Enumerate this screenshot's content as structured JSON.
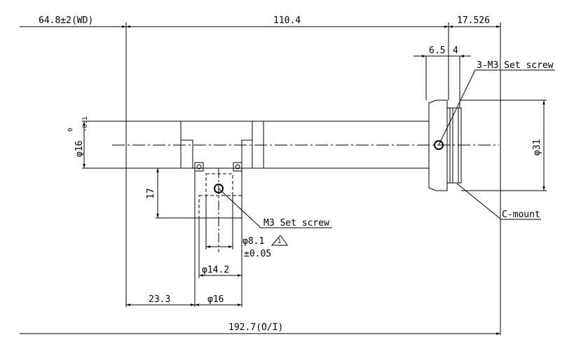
{
  "drawing": {
    "dims": {
      "wd": "64.8±2(WD)",
      "top_length": "110.4",
      "rear": "17.526",
      "flange_a": "6.5",
      "flange_b": "4",
      "diameter_left": "φ16",
      "tol_upper": "0",
      "tol_lower": "-0.1",
      "diameter_right": "φ31",
      "height_17": "17",
      "d81": "φ8.1",
      "d81_tol": "±0.05",
      "d142": "φ14.2",
      "d16": "φ16",
      "offset_233": "23.3",
      "total": "192.7(O/I)"
    },
    "notes": {
      "set_screw_3": "3-M3 Set screw",
      "set_screw_m3": "M3 Set screw",
      "cmount": "C-mount",
      "revision_mark": "1"
    }
  }
}
